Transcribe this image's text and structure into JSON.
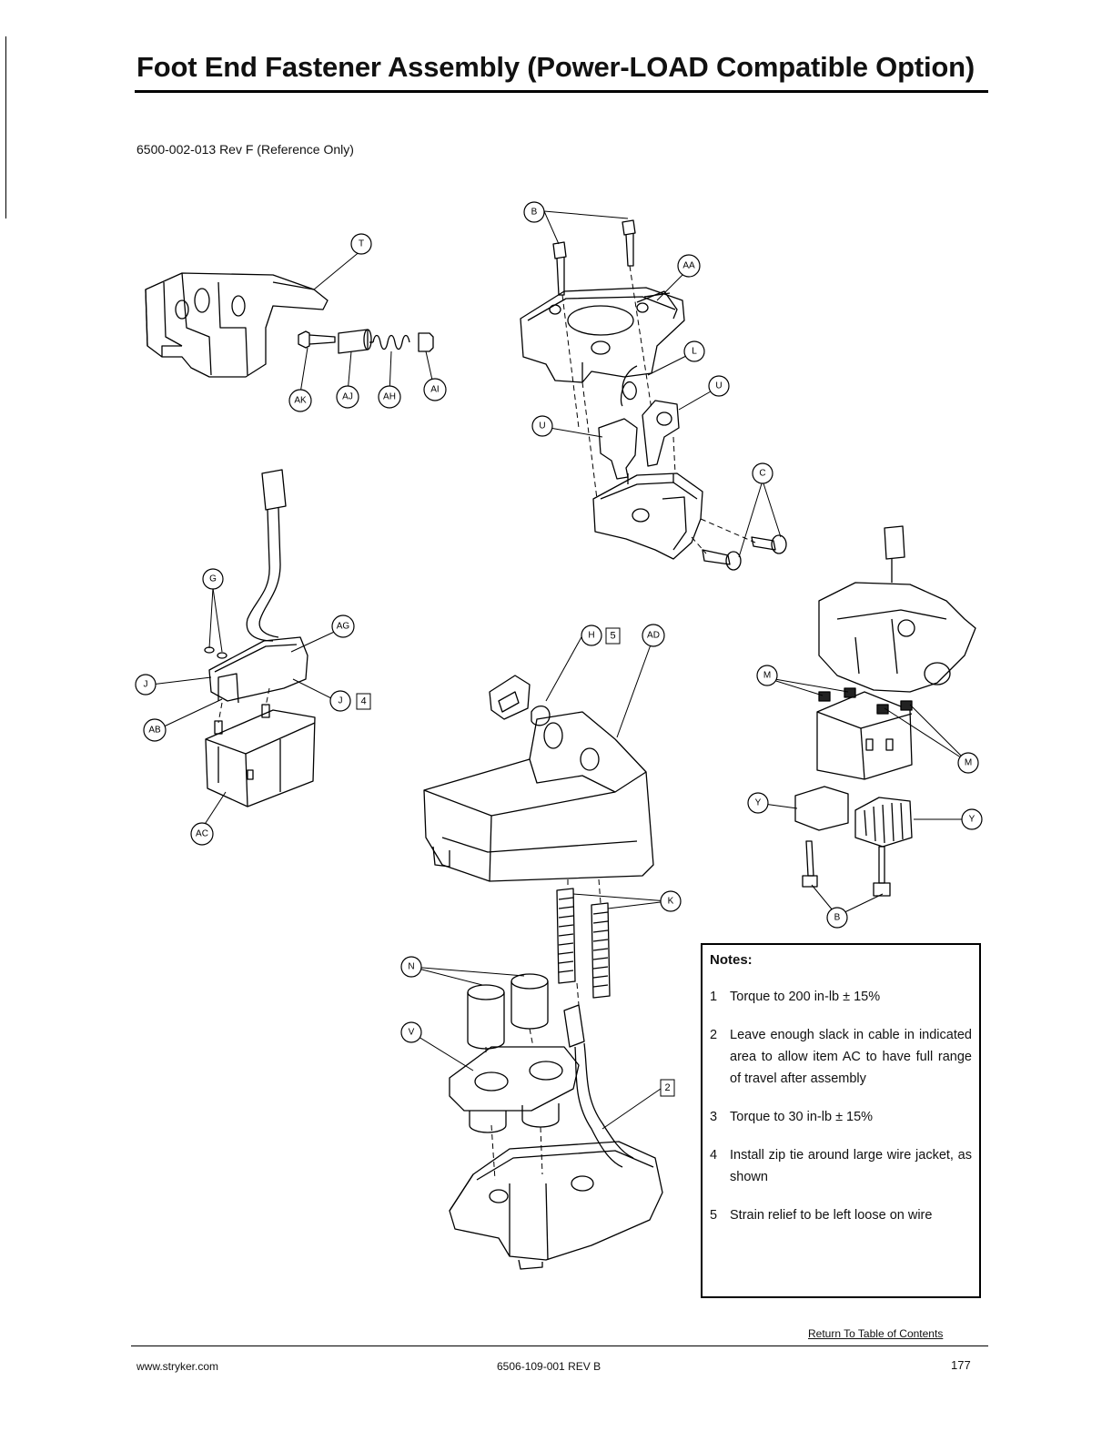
{
  "title": "Foot End Fastener Assembly (Power-LOAD Compatible Option)",
  "doc_reference": "6500-002-013 Rev F (Reference Only)",
  "callouts": {
    "T": "T",
    "AK": "AK",
    "AJ": "AJ",
    "AH": "AH",
    "AI": "AI",
    "B_top": "B",
    "AA": "AA",
    "L": "L",
    "U_right": "U",
    "U_left": "U",
    "C": "C",
    "G": "G",
    "AG": "AG",
    "J_left": "J",
    "J_right": "J",
    "AB": "AB",
    "AC": "AC",
    "H": "H",
    "AD": "AD",
    "M_left": "M",
    "M_right": "M",
    "Y_left": "Y",
    "Y_right": "Y",
    "B_bottom": "B",
    "K": "K",
    "N": "N",
    "V": "V"
  },
  "note_flags": {
    "J": "4",
    "H": "5",
    "cable": "2"
  },
  "notes": {
    "heading": "Notes:",
    "items": [
      {
        "num": "1",
        "text": "Torque to 200 in-lb ± 15%"
      },
      {
        "num": "2",
        "text": "Leave enough slack in cable in indicated area to allow item AC to have full range of travel after assembly"
      },
      {
        "num": "3",
        "text": "Torque to 30 in-lb ± 15%"
      },
      {
        "num": "4",
        "text": "Install zip tie around large wire jacket, as shown"
      },
      {
        "num": "5",
        "text": "Strain relief to be left loose on wire"
      }
    ]
  },
  "footer": {
    "toc_link": "Return To Table of Contents",
    "website": "www.stryker.com",
    "manual_number": "6506-109-001 REV B",
    "page_number": "177"
  }
}
